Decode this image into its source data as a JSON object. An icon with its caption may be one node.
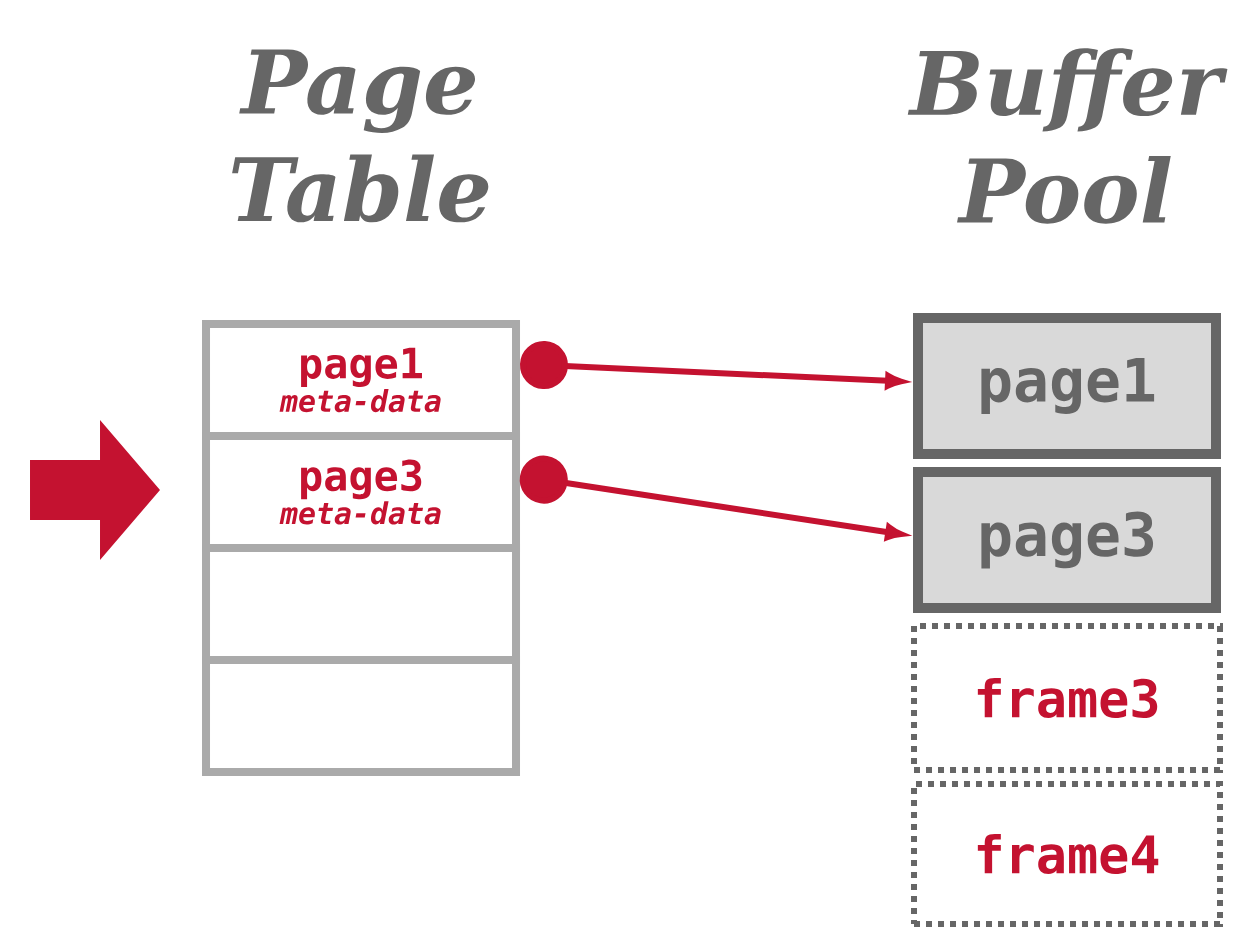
{
  "diagram": {
    "nodes": [
      {
        "text": [
          "page1",
          "meta-data"
        ]
      },
      {
        "text": [
          "page3",
          "meta-data"
        ]
      },
      {
        "text": [],
        "shape": "box"
      },
      {
        "text": [],
        "shape": "box"
      },
      {
        "text": [
          "page1"
        ]
      },
      {
        "text": [
          "page3"
        ]
      },
      {
        "text": [
          "frame3"
        ]
      },
      {
        "text": [
          "frame4"
        ]
      }
    ],
    "edges": [
      {
        "from": 0,
        "to": 4,
        "arrow": "to"
      },
      {
        "from": 1,
        "to": 5,
        "arrow": "to"
      }
    ],
    "labels": [
      "Page Table",
      "Buffer Pool"
    ]
  }
}
